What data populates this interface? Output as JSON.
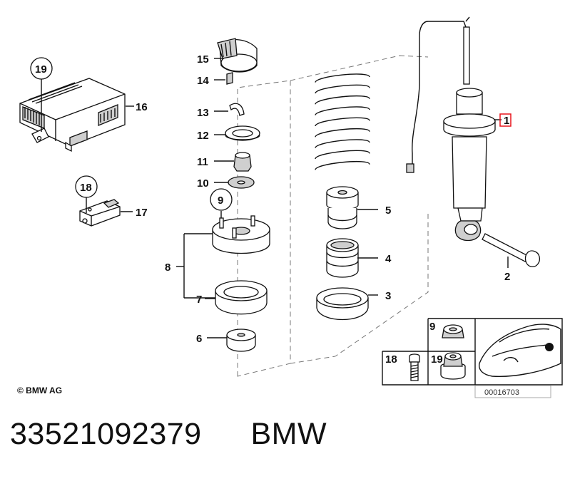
{
  "diagram": {
    "copyright": "© BMW AG",
    "drawing_number": "00016703",
    "highlighted_part": "1",
    "labels": {
      "p1": "1",
      "p2": "2",
      "p3": "3",
      "p4": "4",
      "p5": "5",
      "p6": "6",
      "p7": "7",
      "p8": "8",
      "p9": "9",
      "p10": "10",
      "p11": "11",
      "p12": "12",
      "p13": "13",
      "p14": "14",
      "p15": "15",
      "p16": "16",
      "p17": "17",
      "p18": "18",
      "p19": "19"
    },
    "inset": {
      "labels": {
        "i9": "9",
        "i18": "18",
        "i19": "19"
      }
    }
  },
  "caption": {
    "part_number": "33521092379",
    "brand": "BMW"
  },
  "colors": {
    "highlight_box": "#e8141b",
    "line": "#111111"
  }
}
